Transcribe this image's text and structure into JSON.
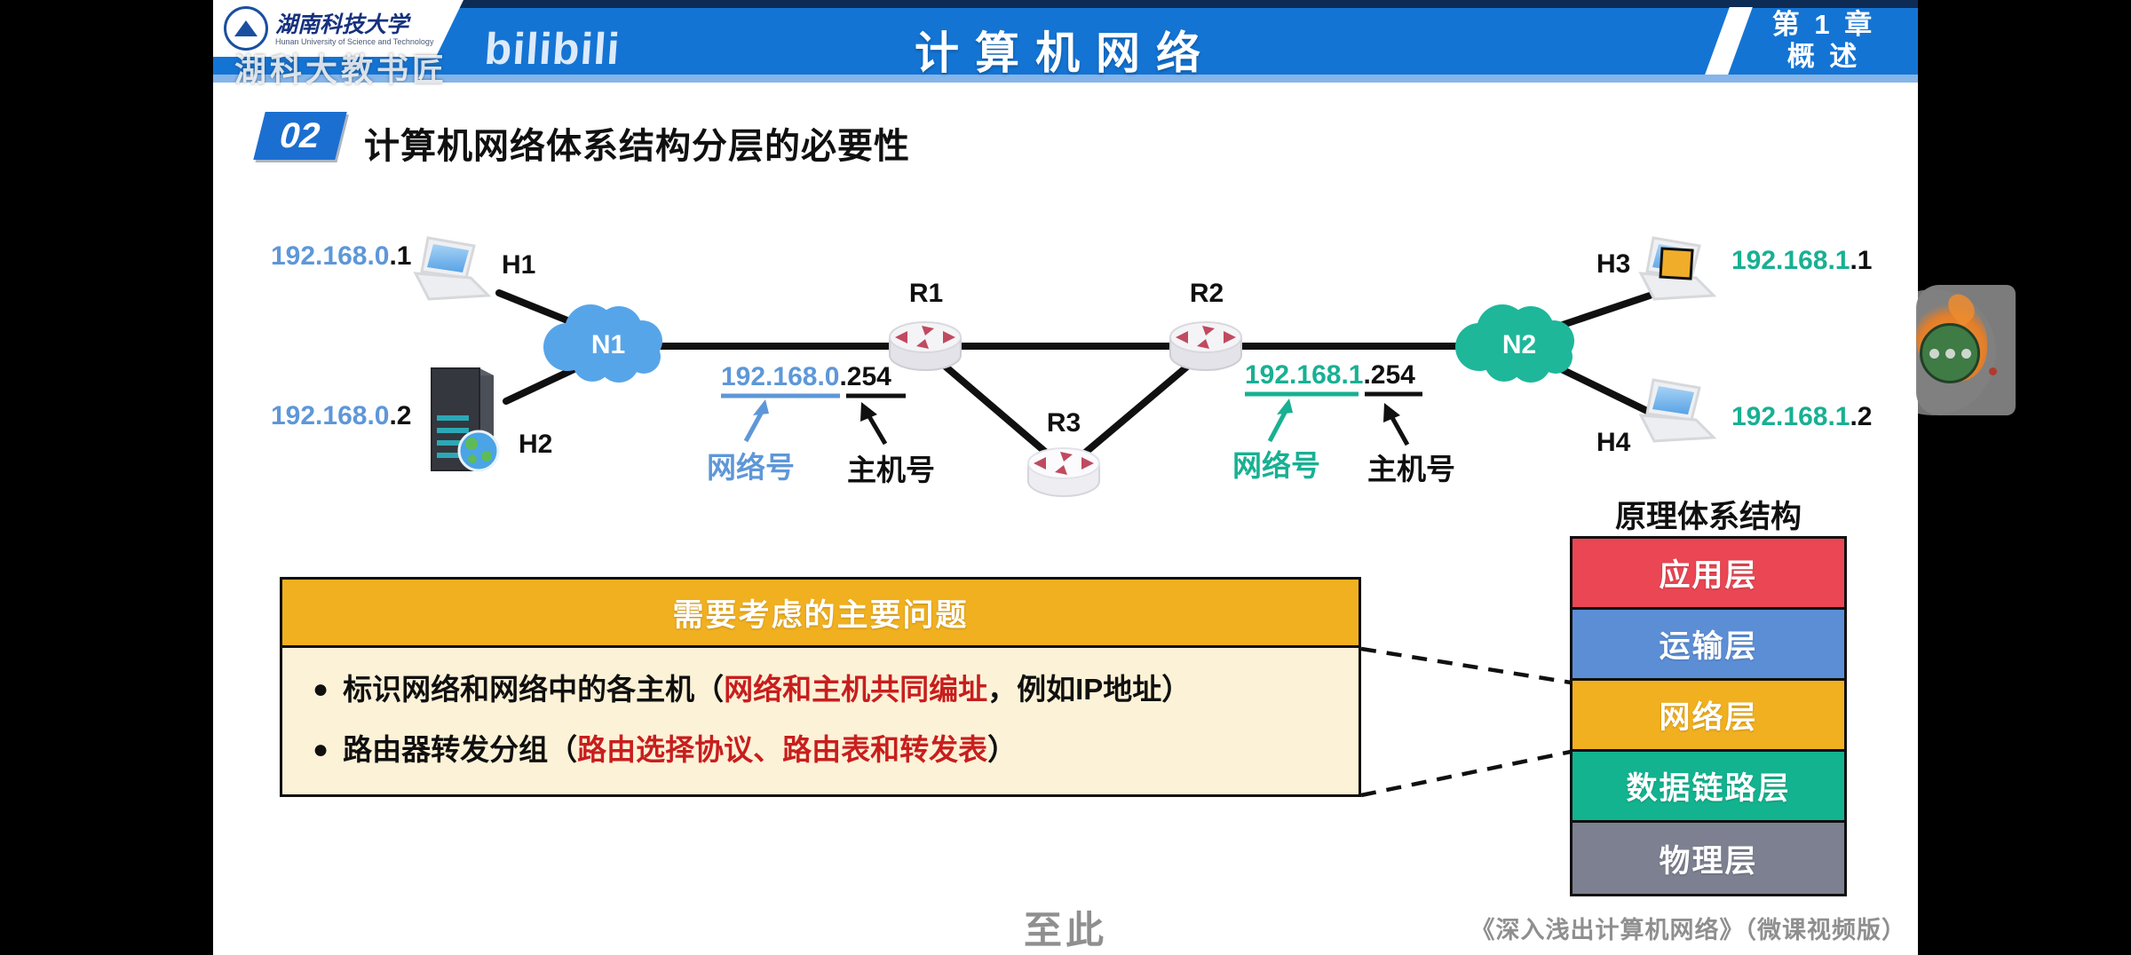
{
  "header": {
    "title": "计算机网络",
    "chapter_line1": "第 1 章",
    "chapter_line2": "概 述",
    "university_name": "湖南科技大学",
    "university_en": "Hunan University of Science and Technology",
    "watermark_station": "湖科大教书匠",
    "watermark_platform": "bilibili"
  },
  "section": {
    "number": "02",
    "title": "计算机网络体系结构分层的必要性"
  },
  "diagram": {
    "hosts": [
      {
        "id": "H1",
        "ip_net": "192.168.0",
        "ip_host": ".1"
      },
      {
        "id": "H2",
        "ip_net": "192.168.0",
        "ip_host": ".2"
      },
      {
        "id": "H3",
        "ip_net": "192.168.1",
        "ip_host": ".1"
      },
      {
        "id": "H4",
        "ip_net": "192.168.1",
        "ip_host": ".2"
      }
    ],
    "routers": [
      "R1",
      "R2",
      "R3"
    ],
    "networks": [
      {
        "id": "N1",
        "color": "#57a5e9"
      },
      {
        "id": "N2",
        "color": "#1eb79a"
      }
    ],
    "annotations": {
      "left": {
        "ip_net": "192.168.0",
        "ip_host": ".254",
        "network_label": "网络号",
        "host_label": "主机号",
        "color": "#5e97d8"
      },
      "right": {
        "ip_net": "192.168.1",
        "ip_host": ".254",
        "network_label": "网络号",
        "host_label": "主机号",
        "color": "#18b093"
      }
    }
  },
  "architecture": {
    "title": "原理体系结构",
    "layers": [
      {
        "label": "应用层",
        "color": "#ea4653"
      },
      {
        "label": "运输层",
        "color": "#5c8ed6"
      },
      {
        "label": "网络层",
        "color": "#f1b01f"
      },
      {
        "label": "数据链路层",
        "color": "#13b390"
      },
      {
        "label": "物理层",
        "color": "#7c8090"
      }
    ]
  },
  "problem_box": {
    "header": "需要考虑的主要问题",
    "bullet_icon": "●",
    "bullets": [
      {
        "segments": [
          {
            "text": "标识网络和网络中的各主机（",
            "color": "#101010"
          },
          {
            "text": "网络和主机共同编址",
            "color": "#c81e1e"
          },
          {
            "text": "，例如IP地址）",
            "color": "#101010"
          }
        ]
      },
      {
        "segments": [
          {
            "text": "路由器转发分组（",
            "color": "#101010"
          },
          {
            "text": "路由选择协议、路由表和转发表",
            "color": "#c81e1e"
          },
          {
            "text": "）",
            "color": "#101010"
          }
        ]
      }
    ]
  },
  "footer": {
    "subtitle": "至此",
    "credit": "《深入浅出计算机网络》（微课视频版）"
  },
  "overlay": {
    "menu_icon": "ellipsis-icon"
  }
}
